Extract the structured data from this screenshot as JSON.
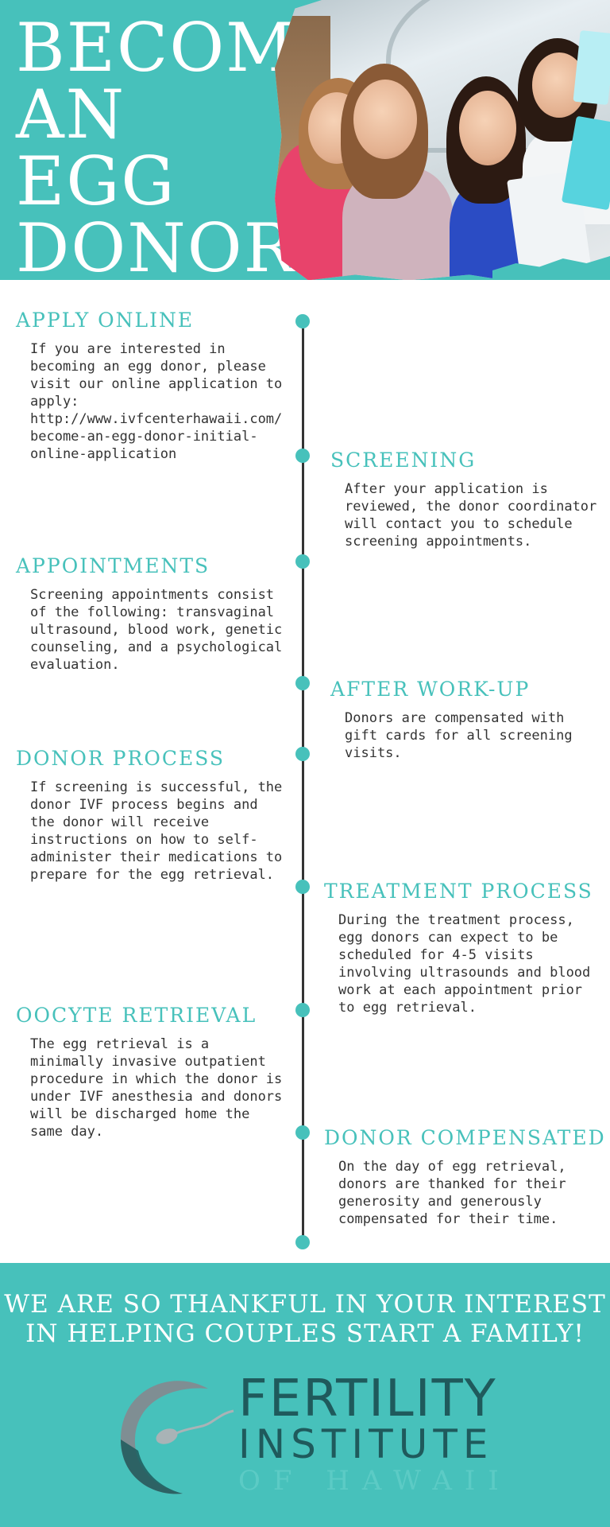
{
  "header": {
    "title_lines": [
      "BECOME",
      "AN",
      "EGG",
      "DONOR"
    ]
  },
  "steps": [
    {
      "title": "APPLY ONLINE",
      "body": "If you are interested in becoming an egg donor, please visit our online application to apply: http://www.ivfcenterhawaii.com/ become-an-egg-donor-initial- online-application"
    },
    {
      "title": "SCREENING",
      "body": "After your application is reviewed, the donor coordinator will contact you to schedule screening appointments."
    },
    {
      "title": "APPOINTMENTS",
      "body": "Screening appointments consist of the following: transvaginal ultrasound, blood work, genetic counseling, and a psychological evaluation."
    },
    {
      "title": "AFTER WORK-UP",
      "body": "Donors are compensated with gift cards for all screening visits."
    },
    {
      "title": "DONOR PROCESS",
      "body": "If screening is successful, the donor IVF process begins and the donor will receive instructions on how to self-administer their medications to prepare for the egg retrieval."
    },
    {
      "title": "TREATMENT PROCESS",
      "body": "During the treatment process, egg donors can expect to be scheduled for 4-5 visits involving ultrasounds and blood work at each appointment prior to egg retrieval."
    },
    {
      "title": "OOCYTE RETRIEVAL",
      "body": "The egg retrieval is a minimally invasive outpatient procedure in which the donor is under IVF anesthesia and donors will be discharged home the same day."
    },
    {
      "title": "DONOR COMPENSATED",
      "body": "On the day of egg retrieval, donors are thanked for their generosity and generously compensated for their time."
    }
  ],
  "footer": {
    "thanks_line1": "WE ARE SO THANKFUL IN YOUR INTEREST",
    "thanks_line2": "IN HELPING COUPLES START A FAMILY!",
    "logo": {
      "word1": "FERTILITY",
      "word2": "INSTITUTE",
      "word3": "OF HAWAII"
    }
  },
  "colors": {
    "accent": "#47c1bb",
    "text": "#333333",
    "logo_dark": "#1f5a5c"
  },
  "icons": [
    "timeline-dot-icon",
    "fertility-logo-icon"
  ]
}
